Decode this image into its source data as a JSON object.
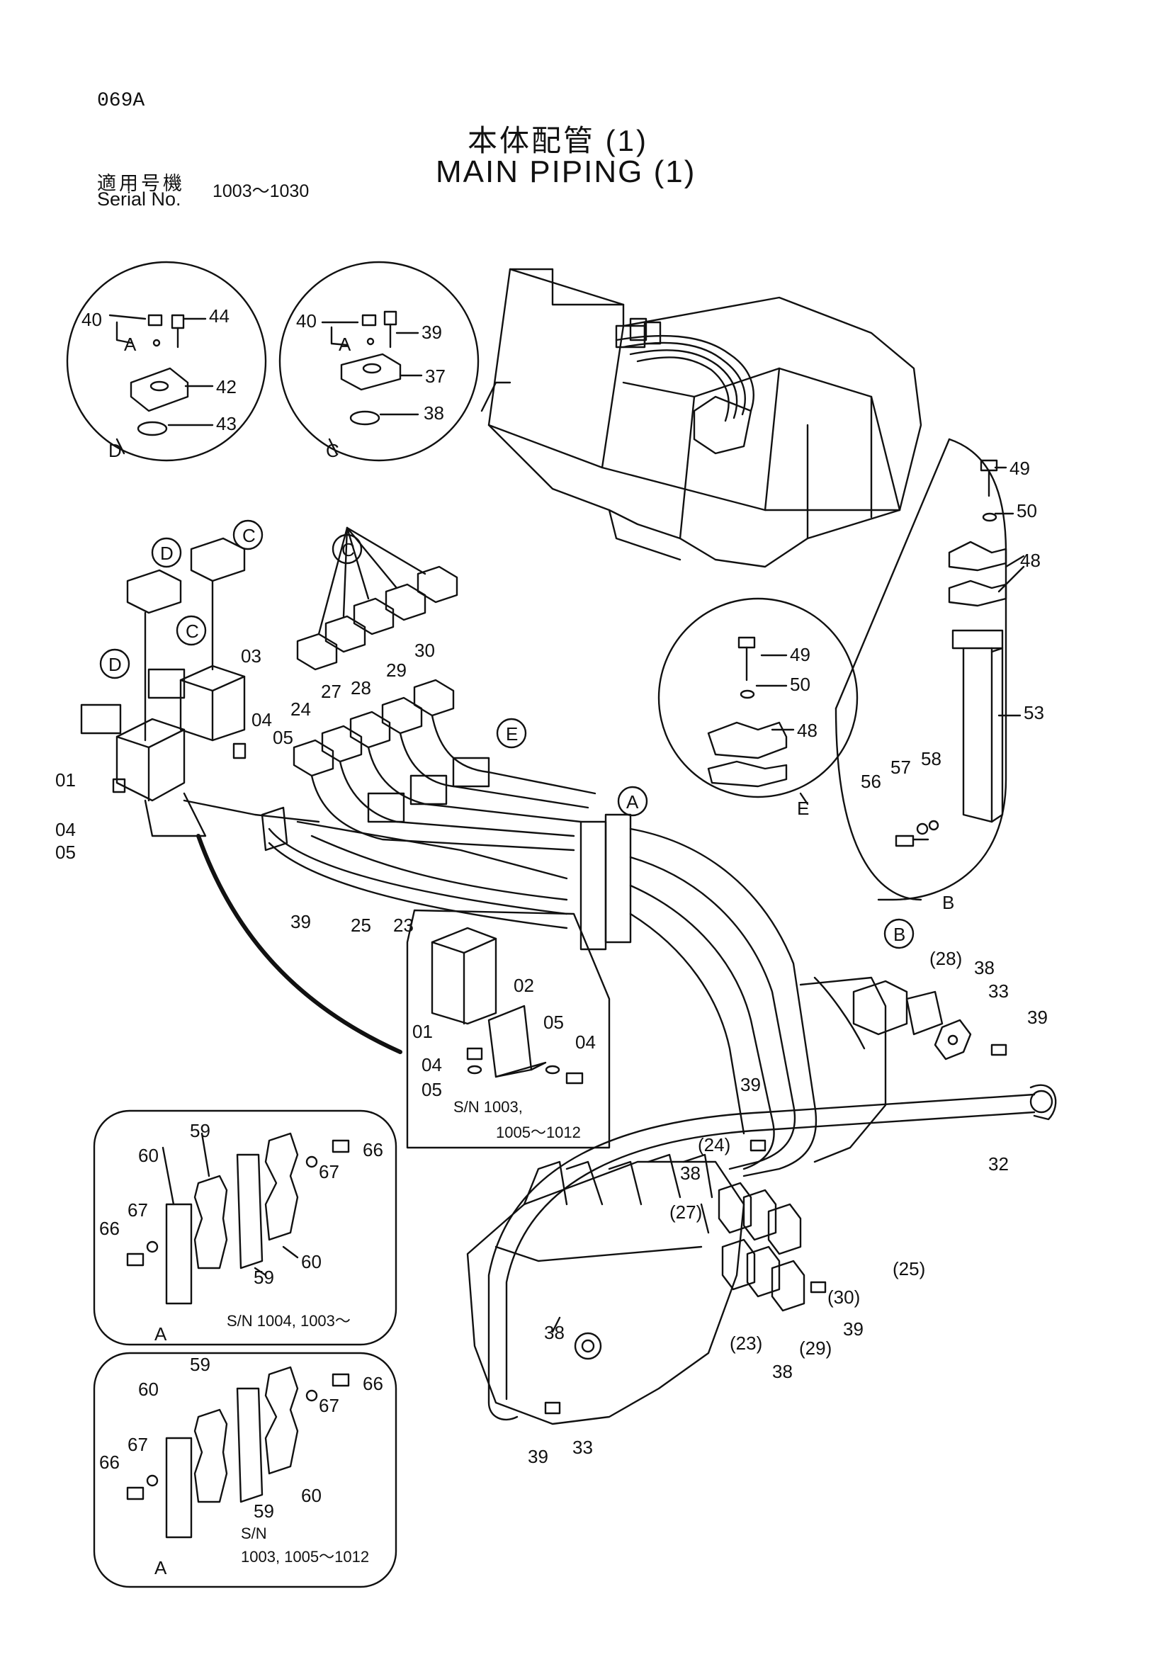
{
  "header": {
    "page_code": "069A",
    "title_jp": "本体配管 (1)",
    "title_en": "MAIN PIPING (1)",
    "serial_label_jp": "適用号機",
    "serial_label_en": "Serial No.",
    "serial_range": "1003～1030"
  },
  "detail_D": {
    "letter": "D",
    "parts": [
      "40",
      "A",
      "44",
      "42",
      "43"
    ]
  },
  "detail_C": {
    "letter": "C",
    "parts": [
      "40",
      "A",
      "39",
      "37",
      "38"
    ]
  },
  "detail_E": {
    "letter": "E",
    "parts": [
      "49",
      "50",
      "48"
    ]
  },
  "detail_B": {
    "letter": "B",
    "parts": [
      "49",
      "50",
      "48",
      "53",
      "56",
      "57",
      "58"
    ]
  },
  "callouts": {
    "D": "D",
    "C": "C",
    "E": "E",
    "A": "A",
    "B": "B"
  },
  "main_labels": {
    "l01": "01",
    "l03": "03",
    "l04a": "04",
    "l05a": "05",
    "l04b": "04",
    "l05b": "05",
    "l24": "24",
    "l27": "27",
    "l28": "28",
    "l29": "29",
    "l30": "30",
    "l39a": "39",
    "l25": "25",
    "l23": "23",
    "l28p": "(28)",
    "l38a": "38",
    "l33a": "33",
    "l39b": "39",
    "l32": "32",
    "l39c": "39",
    "l24p": "(24)",
    "l38b": "38",
    "l27p": "(27)",
    "l25p": "(25)",
    "l30p": "(30)",
    "l39d": "39",
    "l29p": "(29)",
    "l23p": "(23)",
    "l38c": "38",
    "l38d": "38",
    "l33b": "33",
    "l39e": "39"
  },
  "inset_sn": {
    "parts": [
      "01",
      "02",
      "05",
      "04",
      "04",
      "05"
    ],
    "note_line1": "S/N 1003,",
    "note_line2": "1005～1012"
  },
  "inset_A1": {
    "parts": [
      "59",
      "60",
      "67",
      "66",
      "60",
      "59",
      "66",
      "67"
    ],
    "letter": "A",
    "note": "S/N 1004, 1003～"
  },
  "inset_A2": {
    "parts": [
      "59",
      "60",
      "67",
      "66",
      "60",
      "59",
      "66",
      "67"
    ],
    "letter": "A",
    "note_line1": "S/N",
    "note_line2": "1003, 1005～1012"
  }
}
